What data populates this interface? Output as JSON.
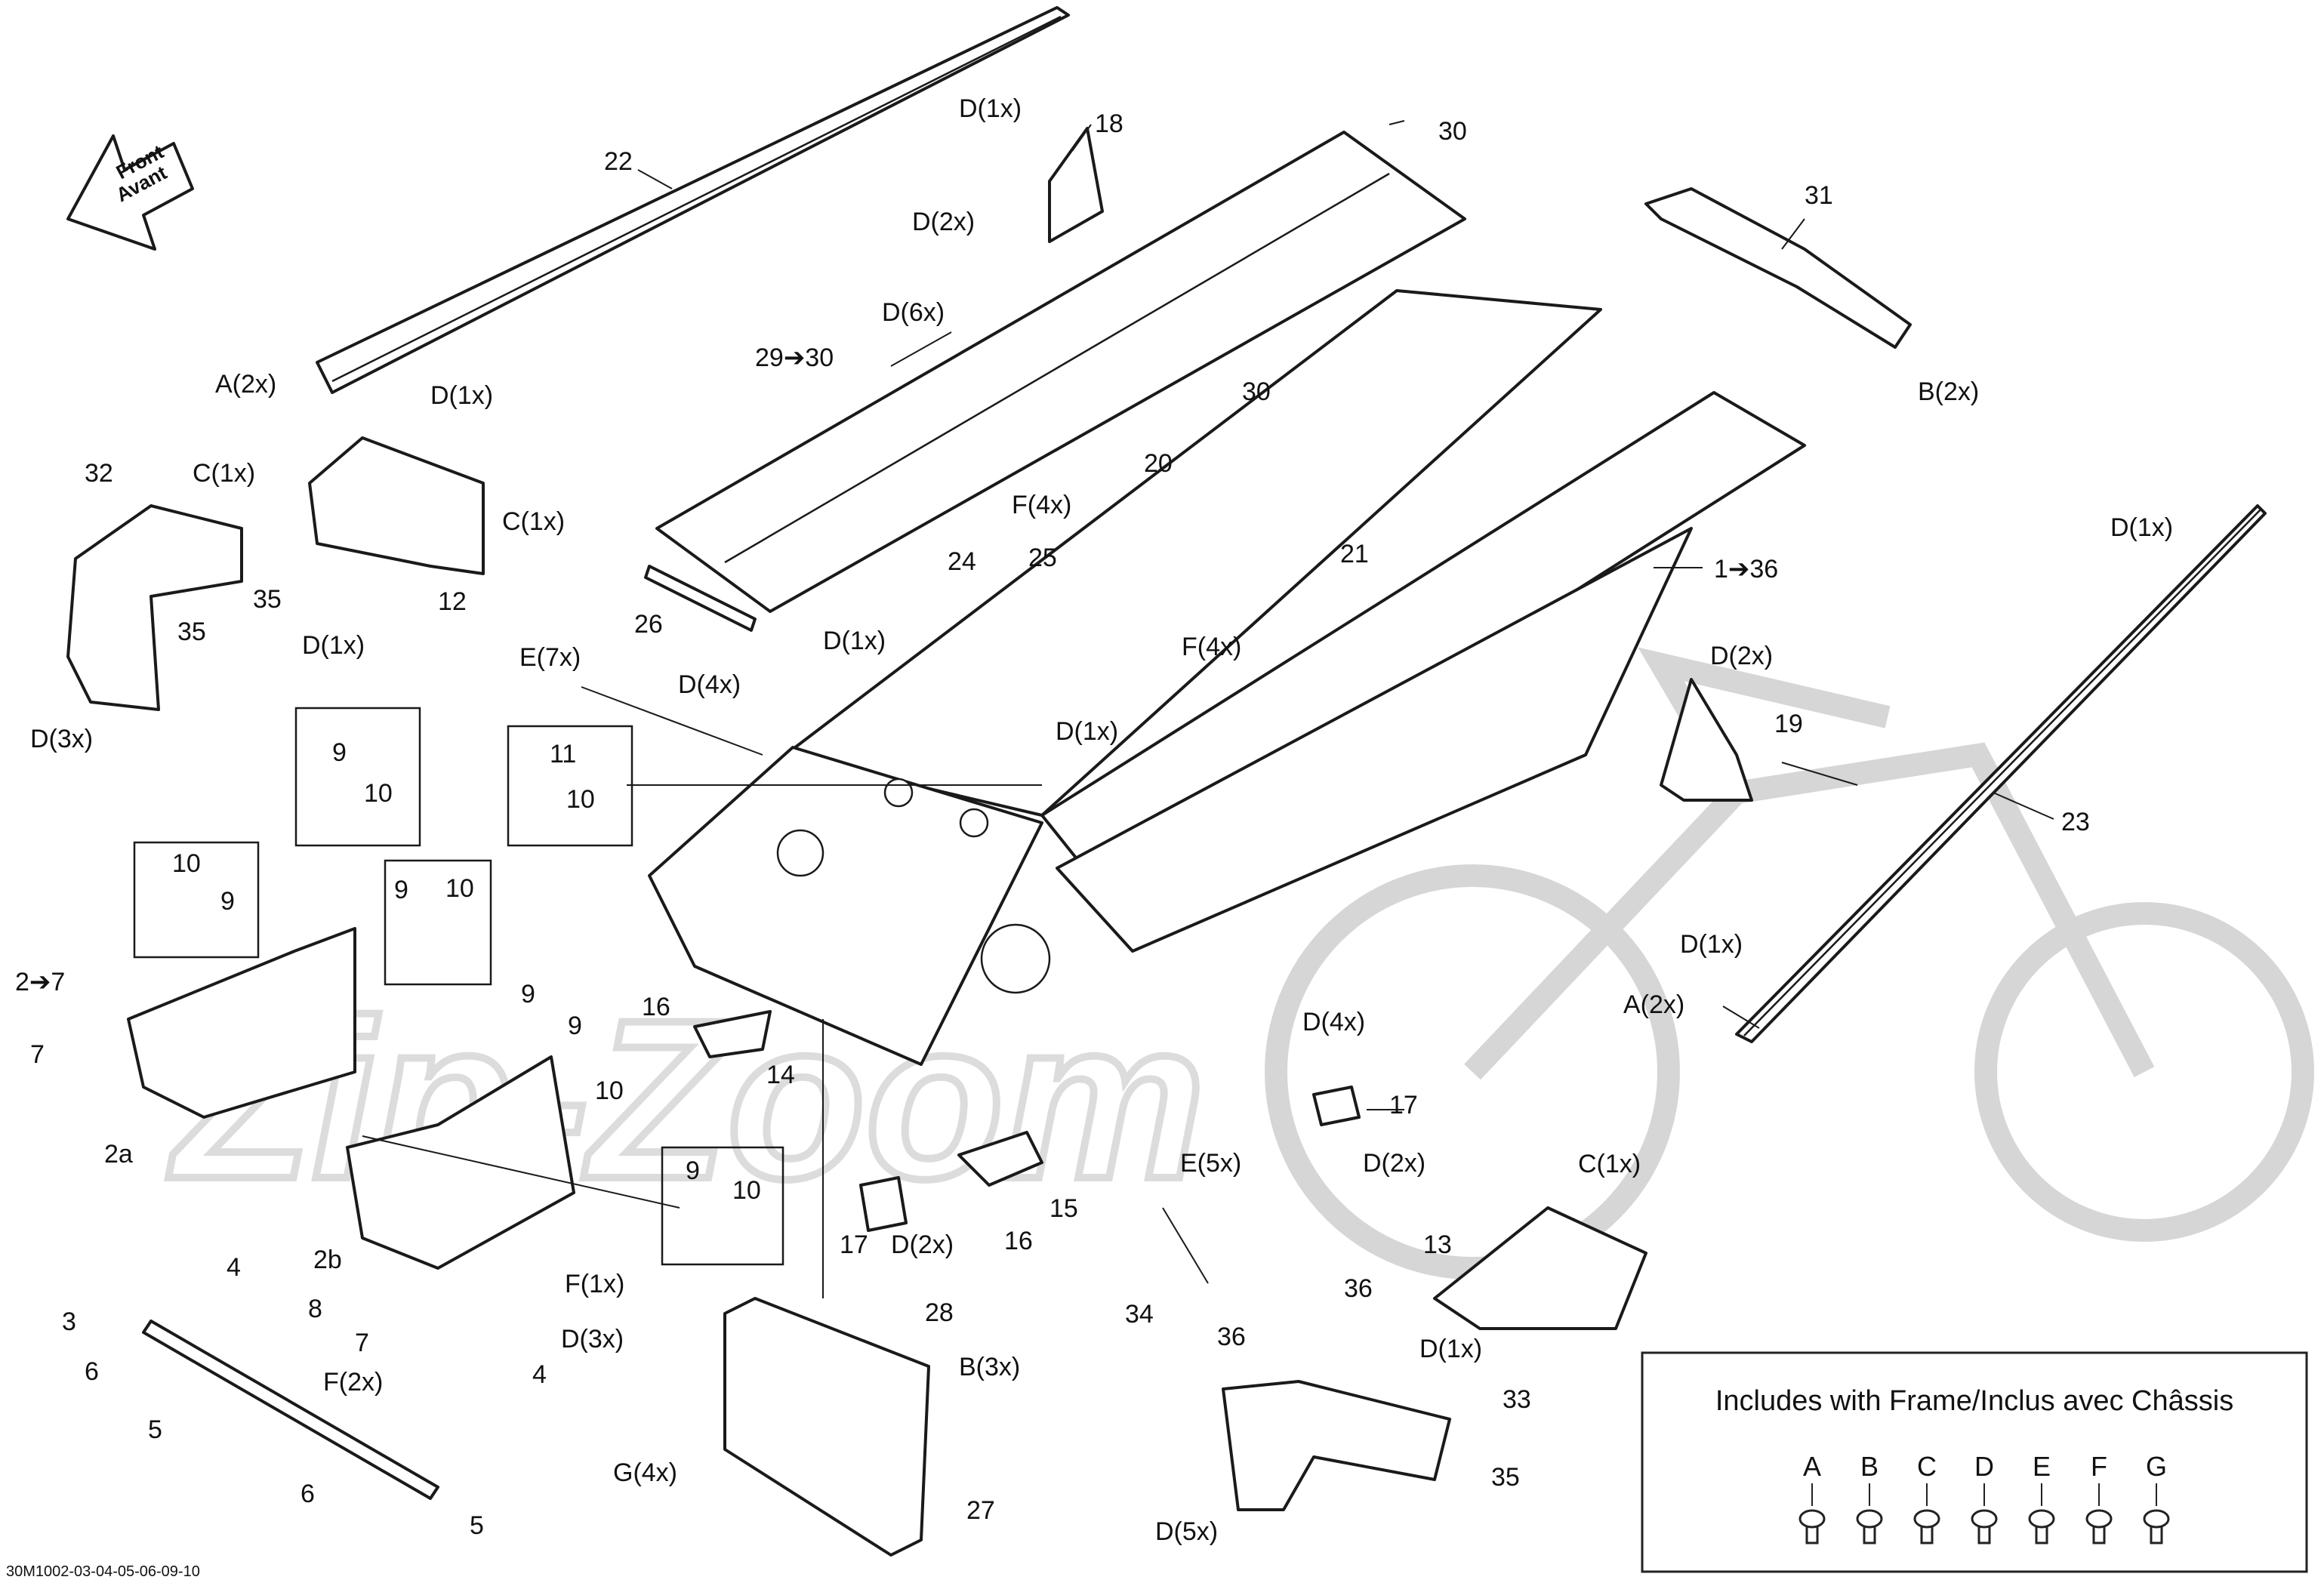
{
  "callouts": {
    "c22": "22",
    "d1x_top": "D(1x)",
    "c18": "18",
    "d2x_18": "D(2x)",
    "c30_top": "30",
    "c31": "31",
    "b2x": "B(2x)",
    "d6x": "D(6x)",
    "c29": "29➔30",
    "c30_mid": "30",
    "a2x_left": "A(2x)",
    "d1x_22": "D(1x)",
    "c32": "32",
    "c1x_32": "C(1x)",
    "c1x_12": "C(1x)",
    "c35_left": "35",
    "c12": "12",
    "d1x_12": "D(1x)",
    "c35_32": "35",
    "d3x_32": "D(3x)",
    "c20": "20",
    "f4x_20": "F(4x)",
    "c24": "24",
    "c25": "25",
    "c1_36": "1➔36",
    "c26": "26",
    "d1x_24": "D(1x)",
    "c21": "21",
    "f4x_21": "F(4x)",
    "d1x_right": "D(1x)",
    "e7x": "E(7x)",
    "d4x_top": "D(4x)",
    "d1x_mid": "D(1x)",
    "d2x_19": "D(2x)",
    "c19": "19",
    "c23": "23",
    "c9_a": "9",
    "c10_a": "10",
    "c11": "11",
    "c10_b": "10",
    "c10_c": "10",
    "c9_c": "9",
    "c9_d": "9",
    "c10_d": "10",
    "c2_7": "2➔7",
    "c7_left": "7",
    "c2a": "2a",
    "c9_e": "9",
    "c9_f": "9",
    "c10_e": "10",
    "c16_a": "16",
    "c14": "14",
    "d4x_lower": "D(4x)",
    "c17_r": "17",
    "d2x_17r": "D(2x)",
    "d1x_23": "D(1x)",
    "a2x_right": "A(2x)",
    "c9_g": "9",
    "c10_g": "10",
    "c17_l": "17",
    "d2x_17l": "D(2x)",
    "c16_b": "16",
    "c15": "15",
    "e5x": "E(5x)",
    "c1x_13": "C(1x)",
    "c13": "13",
    "d1x_13": "D(1x)",
    "c4_a": "4",
    "c2b": "2b",
    "f1x": "F(1x)",
    "c3": "3",
    "c8": "8",
    "c7_b": "7",
    "d3x_low": "D(3x)",
    "f2x": "F(2x)",
    "c6_a": "6",
    "c4_b": "4",
    "c5_a": "5",
    "c6_b": "6",
    "c5_b": "5",
    "c28": "28",
    "b3x": "B(3x)",
    "g4x": "G(4x)",
    "c27": "27",
    "c34": "34",
    "c36_a": "36",
    "c36_b": "36",
    "c33": "33",
    "c35_r": "35",
    "d5x": "D(5x)"
  },
  "direction": {
    "line1": "Front",
    "line2": "Avant"
  },
  "legend": {
    "title": "Includes with Frame/Inclus avec Châssis",
    "letters": [
      "A",
      "B",
      "C",
      "D",
      "E",
      "F",
      "G"
    ]
  },
  "reference": "30M1002-03-04-05-06-09-10",
  "watermark": "Zip-Zoom"
}
